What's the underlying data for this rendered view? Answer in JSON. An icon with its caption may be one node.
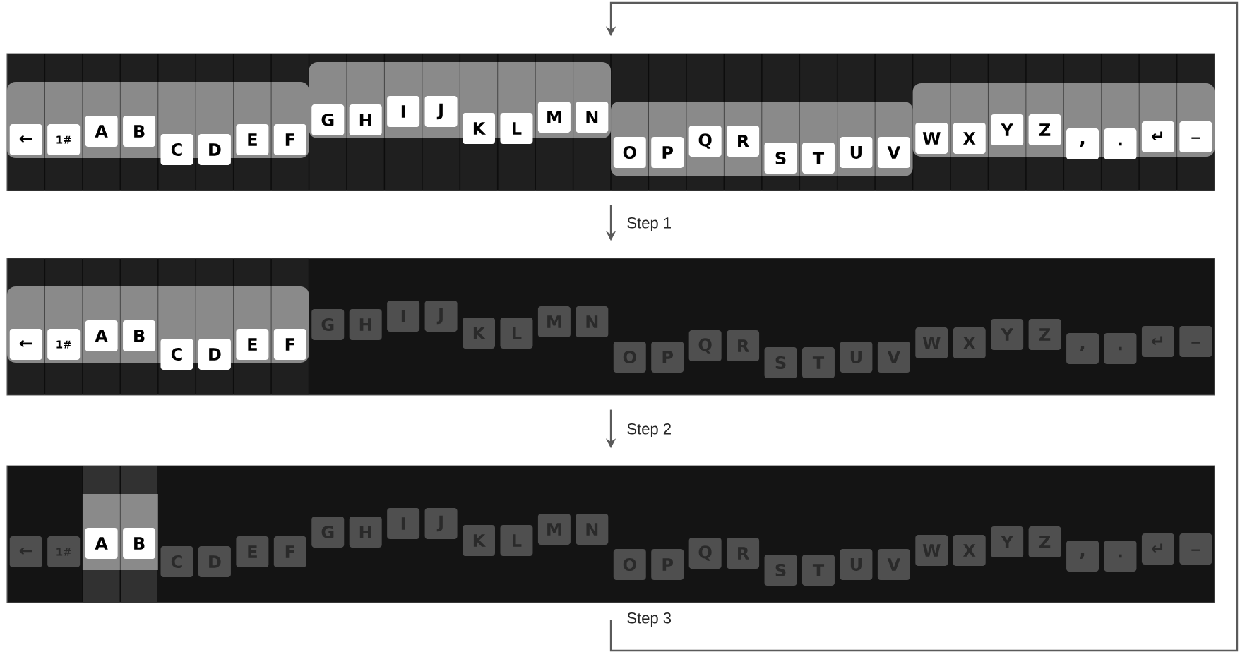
{
  "diagram": {
    "nodes": [
      {
        "text": [],
        "shape": "box"
      },
      {
        "text": [],
        "shape": "box",
        "in": 0
      },
      {
        "text": [
          "←"
        ],
        "in": 1
      },
      {
        "text": [
          "1#"
        ],
        "in": 1
      },
      {
        "text": [
          "A"
        ],
        "in": 1
      },
      {
        "text": [
          "B"
        ],
        "in": 1
      },
      {
        "text": [
          "C"
        ],
        "in": 1
      },
      {
        "text": [
          "D"
        ],
        "in": 1
      },
      {
        "text": [
          "E"
        ],
        "in": 1
      },
      {
        "text": [
          "F"
        ],
        "in": 1
      },
      {
        "text": [],
        "shape": "box",
        "in": 0
      },
      {
        "text": [
          "G"
        ],
        "in": 10
      },
      {
        "text": [
          "H"
        ],
        "in": 10
      },
      {
        "text": [
          "I"
        ],
        "in": 10
      },
      {
        "text": [
          "J"
        ],
        "in": 10
      },
      {
        "text": [
          "K"
        ],
        "in": 10
      },
      {
        "text": [
          "L"
        ],
        "in": 10
      },
      {
        "text": [
          "M"
        ],
        "in": 10
      },
      {
        "text": [
          "N"
        ],
        "in": 10
      },
      {
        "text": [],
        "shape": "box",
        "in": 0
      },
      {
        "text": [
          "O"
        ],
        "in": 19
      },
      {
        "text": [
          "P"
        ],
        "in": 19
      },
      {
        "text": [
          "Q"
        ],
        "in": 19
      },
      {
        "text": [
          "R"
        ],
        "in": 19
      },
      {
        "text": [
          "S"
        ],
        "in": 19
      },
      {
        "text": [
          "T"
        ],
        "in": 19
      },
      {
        "text": [
          "U"
        ],
        "in": 19
      },
      {
        "text": [
          "V"
        ],
        "in": 19
      },
      {
        "text": [],
        "shape": "box",
        "in": 0
      },
      {
        "text": [
          "W"
        ],
        "in": 28
      },
      {
        "text": [
          "X"
        ],
        "in": 28
      },
      {
        "text": [
          "Y"
        ],
        "in": 28
      },
      {
        "text": [
          "Z"
        ],
        "in": 28
      },
      {
        "text": [
          ","
        ],
        "in": 28
      },
      {
        "text": [
          "."
        ],
        "in": 28
      },
      {
        "text": [
          "↵"
        ],
        "in": 28
      },
      {
        "text": [
          "_"
        ],
        "in": 28
      },
      {
        "text": [],
        "shape": "box"
      },
      {
        "text": [],
        "shape": "box",
        "in": 37
      },
      {
        "text": [
          "←"
        ],
        "in": 38
      },
      {
        "text": [
          "1#"
        ],
        "in": 38
      },
      {
        "text": [
          "A"
        ],
        "in": 38
      },
      {
        "text": [
          "B"
        ],
        "in": 38
      },
      {
        "text": [
          "C"
        ],
        "in": 38
      },
      {
        "text": [
          "D"
        ],
        "in": 38
      },
      {
        "text": [
          "E"
        ],
        "in": 38
      },
      {
        "text": [
          "F"
        ],
        "in": 38
      },
      {
        "text": [
          "G"
        ],
        "in": 37
      },
      {
        "text": [
          "H"
        ],
        "in": 37
      },
      {
        "text": [
          "I"
        ],
        "in": 37
      },
      {
        "text": [
          "J"
        ],
        "in": 37
      },
      {
        "text": [
          "K"
        ],
        "in": 37
      },
      {
        "text": [
          "L"
        ],
        "in": 37
      },
      {
        "text": [
          "M"
        ],
        "in": 37
      },
      {
        "text": [
          "N"
        ],
        "in": 37
      },
      {
        "text": [
          "O"
        ],
        "in": 37
      },
      {
        "text": [
          "P"
        ],
        "in": 37
      },
      {
        "text": [
          "Q"
        ],
        "in": 37
      },
      {
        "text": [
          "R"
        ],
        "in": 37
      },
      {
        "text": [
          "S"
        ],
        "in": 37
      },
      {
        "text": [
          "T"
        ],
        "in": 37
      },
      {
        "text": [
          "U"
        ],
        "in": 37
      },
      {
        "text": [
          "V"
        ],
        "in": 37
      },
      {
        "text": [
          "W"
        ],
        "in": 37
      },
      {
        "text": [
          "X"
        ],
        "in": 37
      },
      {
        "text": [
          "Y"
        ],
        "in": 37
      },
      {
        "text": [
          "Z"
        ],
        "in": 37
      },
      {
        "text": [
          ","
        ],
        "in": 37
      },
      {
        "text": [
          "."
        ],
        "in": 37
      },
      {
        "text": [
          "↵"
        ],
        "in": 37
      },
      {
        "text": [
          "_"
        ],
        "in": 37
      },
      {
        "text": [],
        "shape": "box"
      },
      {
        "text": [
          "←"
        ],
        "in": 71
      },
      {
        "text": [
          "1#"
        ],
        "in": 71
      },
      {
        "text": [],
        "shape": "box",
        "in": 71
      },
      {
        "text": [
          "A"
        ],
        "in": 74
      },
      {
        "text": [
          "B"
        ],
        "in": 74
      },
      {
        "text": [
          "C"
        ],
        "in": 71
      },
      {
        "text": [
          "D"
        ],
        "in": 71
      },
      {
        "text": [
          "E"
        ],
        "in": 71
      },
      {
        "text": [
          "F"
        ],
        "in": 71
      },
      {
        "text": [
          "G"
        ],
        "in": 71
      },
      {
        "text": [
          "H"
        ],
        "in": 71
      },
      {
        "text": [
          "I"
        ],
        "in": 71
      },
      {
        "text": [
          "J"
        ],
        "in": 71
      },
      {
        "text": [
          "K"
        ],
        "in": 71
      },
      {
        "text": [
          "L"
        ],
        "in": 71
      },
      {
        "text": [
          "M"
        ],
        "in": 71
      },
      {
        "text": [
          "N"
        ],
        "in": 71
      },
      {
        "text": [
          "O"
        ],
        "in": 71
      },
      {
        "text": [
          "P"
        ],
        "in": 71
      },
      {
        "text": [
          "Q"
        ],
        "in": 71
      },
      {
        "text": [
          "R"
        ],
        "in": 71
      },
      {
        "text": [
          "S"
        ],
        "in": 71
      },
      {
        "text": [
          "T"
        ],
        "in": 71
      },
      {
        "text": [
          "U"
        ],
        "in": 71
      },
      {
        "text": [
          "V"
        ],
        "in": 71
      },
      {
        "text": [
          "W"
        ],
        "in": 71
      },
      {
        "text": [
          "X"
        ],
        "in": 71
      },
      {
        "text": [
          "Y"
        ],
        "in": 71
      },
      {
        "text": [
          "Z"
        ],
        "in": 71
      },
      {
        "text": [
          ","
        ],
        "in": 71
      },
      {
        "text": [
          "."
        ],
        "in": 71
      },
      {
        "text": [
          "↵"
        ],
        "in": 71
      },
      {
        "text": [
          "_"
        ],
        "in": 71
      }
    ],
    "edges": [
      {
        "from": 0,
        "to": 37,
        "arrow": "to",
        "label": "Step 1"
      },
      {
        "from": 37,
        "to": 71,
        "arrow": "to",
        "label": "Step 2"
      },
      {
        "from": 71,
        "to": 0,
        "arrow": "to",
        "label": "Step 3"
      }
    ]
  }
}
